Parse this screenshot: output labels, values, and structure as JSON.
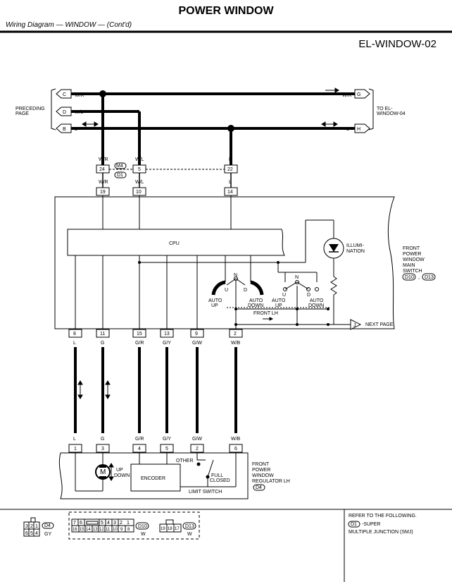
{
  "header": {
    "title": "POWER WINDOW",
    "subtitle": "Wiring Diagram — WINDOW — (Cont'd)",
    "code": "EL-WINDOW-02"
  },
  "left_ref": {
    "line1": "PRECEDING",
    "line2": "PAGE"
  },
  "right_ref": {
    "line1": "TO EL-",
    "line2": "WINDOW-04"
  },
  "arrow_letters": {
    "c": "C",
    "d": "D",
    "b": "B",
    "g": "G",
    "h": "H"
  },
  "wire_colors": {
    "wr": "W/R",
    "wl": "W/L",
    "l": "L",
    "g": "G",
    "gr": "G/R",
    "gy": "G/Y",
    "gw": "G/W",
    "wb": "W/B"
  },
  "connector_pins": {
    "p24": "24",
    "p5": "5",
    "p22": "22",
    "p19": "19",
    "p10": "10",
    "p14": "14",
    "p8": "8",
    "p11": "11",
    "p15": "15",
    "p13": "13",
    "p9": "9",
    "p2": "2",
    "r1": "1",
    "r3": "3",
    "r4": "4",
    "r5": "5",
    "r2": "2",
    "r6": "6"
  },
  "connectors": {
    "m4": "M4",
    "d1": "D1",
    "d4": "D4",
    "d10": "D10",
    "d13": "D13"
  },
  "switch_unit": {
    "cpu": "CPU",
    "illum1": "ILLUMI-",
    "illum2": "NATION",
    "name": [
      "FRONT",
      "POWER",
      "WINDOW",
      "MAIN",
      "SWITCH"
    ],
    "n1": "N",
    "u1": "U",
    "d1": "D",
    "auto_up1": "AUTO",
    "auto_up2": "UP",
    "auto_down1": "AUTO",
    "auto_down2": "DOWN",
    "n2": "N",
    "u2": "U",
    "d2": "D",
    "auto_up3": "AUTO",
    "auto_up4": "UP",
    "auto_down3": "AUTO",
    "auto_down4": "DOWN",
    "front_lh": "FRONT LH",
    "jletter": "J",
    "next_page": "NEXT PAGE",
    "comma": ","
  },
  "regulator": {
    "motor": "M",
    "up": "UP",
    "down": "DOWN",
    "encoder": "ENCODER",
    "other": "OTHER",
    "full": "FULL",
    "closed": "CLOSED",
    "limit_switch": "LIMIT SWITCH",
    "name": [
      "FRONT",
      "POWER",
      "WINDOW",
      "REGULATOR LH"
    ]
  },
  "footer": {
    "d4_pins_top": [
      "3",
      "2",
      "1"
    ],
    "d4_pins_bot": [
      "6",
      "5",
      "4"
    ],
    "d4_color": "GY",
    "d10_top": [
      "7",
      "6",
      "5",
      "4",
      "3",
      "2",
      "1"
    ],
    "d10_bot": [
      "16",
      "15",
      "14",
      "13",
      "12",
      "11",
      "10",
      "9",
      "8"
    ],
    "d10_color": "W",
    "d13_pins": [
      "19",
      "18",
      "17"
    ],
    "d13_color": "W",
    "refer": "REFER TO THE FOLLOWING.",
    "super": "-SUPER",
    "smj": "MULTIPLE JUNCTION (SMJ)"
  },
  "colors": {
    "line": "#000000",
    "background": "#ffffff"
  }
}
